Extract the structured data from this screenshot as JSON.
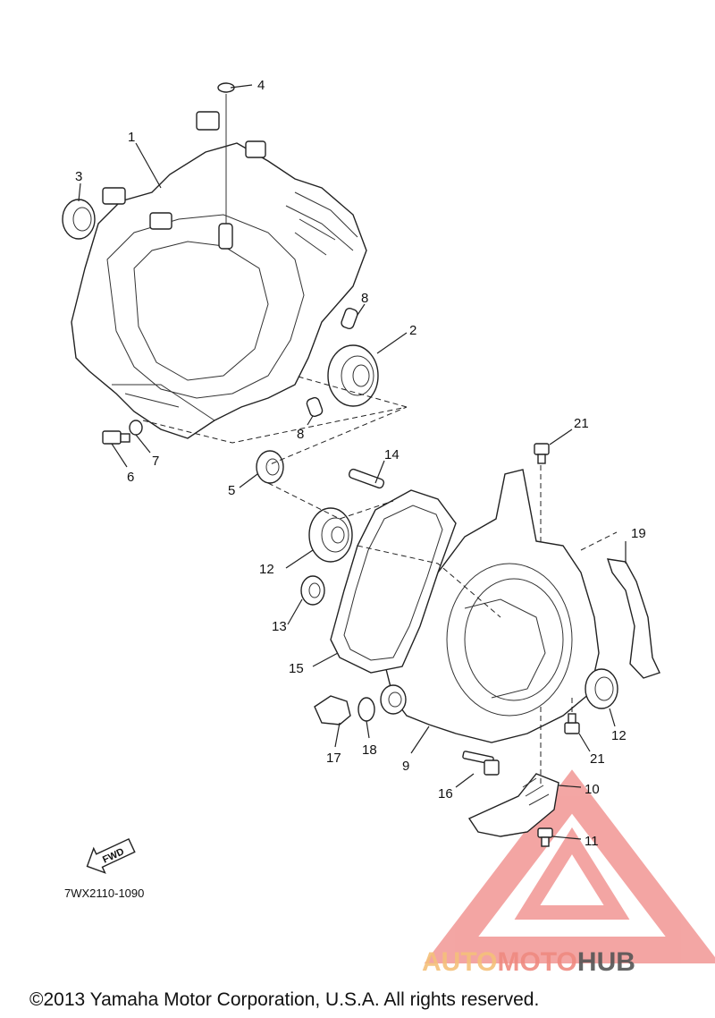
{
  "diagram_code": "7WX2110-1090",
  "fwd_label": "FWD",
  "copyright": "©2013 Yamaha Motor Corporation, U.S.A. All rights reserved.",
  "watermark": {
    "part1": "AUTO",
    "part2": "MOTO",
    "part3": "HUB",
    "color1": "#F5C07A",
    "color2": "#EF8A80",
    "color3": "#555555",
    "logo_color": "#E53935"
  },
  "callouts": [
    {
      "id": "c1",
      "label": "1"
    },
    {
      "id": "c2",
      "label": "2"
    },
    {
      "id": "c3",
      "label": "3"
    },
    {
      "id": "c4",
      "label": "4"
    },
    {
      "id": "c5",
      "label": "5"
    },
    {
      "id": "c6",
      "label": "6"
    },
    {
      "id": "c7",
      "label": "7"
    },
    {
      "id": "c8a",
      "label": "8"
    },
    {
      "id": "c8b",
      "label": "8"
    },
    {
      "id": "c9",
      "label": "9"
    },
    {
      "id": "c10",
      "label": "10"
    },
    {
      "id": "c11",
      "label": "11"
    },
    {
      "id": "c12",
      "label": "12"
    },
    {
      "id": "c13",
      "label": "13"
    },
    {
      "id": "c14",
      "label": "14"
    },
    {
      "id": "c15",
      "label": "15"
    },
    {
      "id": "c16",
      "label": "16"
    },
    {
      "id": "c17",
      "label": "17"
    },
    {
      "id": "c18",
      "label": "18"
    },
    {
      "id": "c19",
      "label": "19"
    },
    {
      "id": "c20",
      "label": "20"
    },
    {
      "id": "c21a",
      "label": "21"
    },
    {
      "id": "c21b",
      "label": "21"
    }
  ]
}
